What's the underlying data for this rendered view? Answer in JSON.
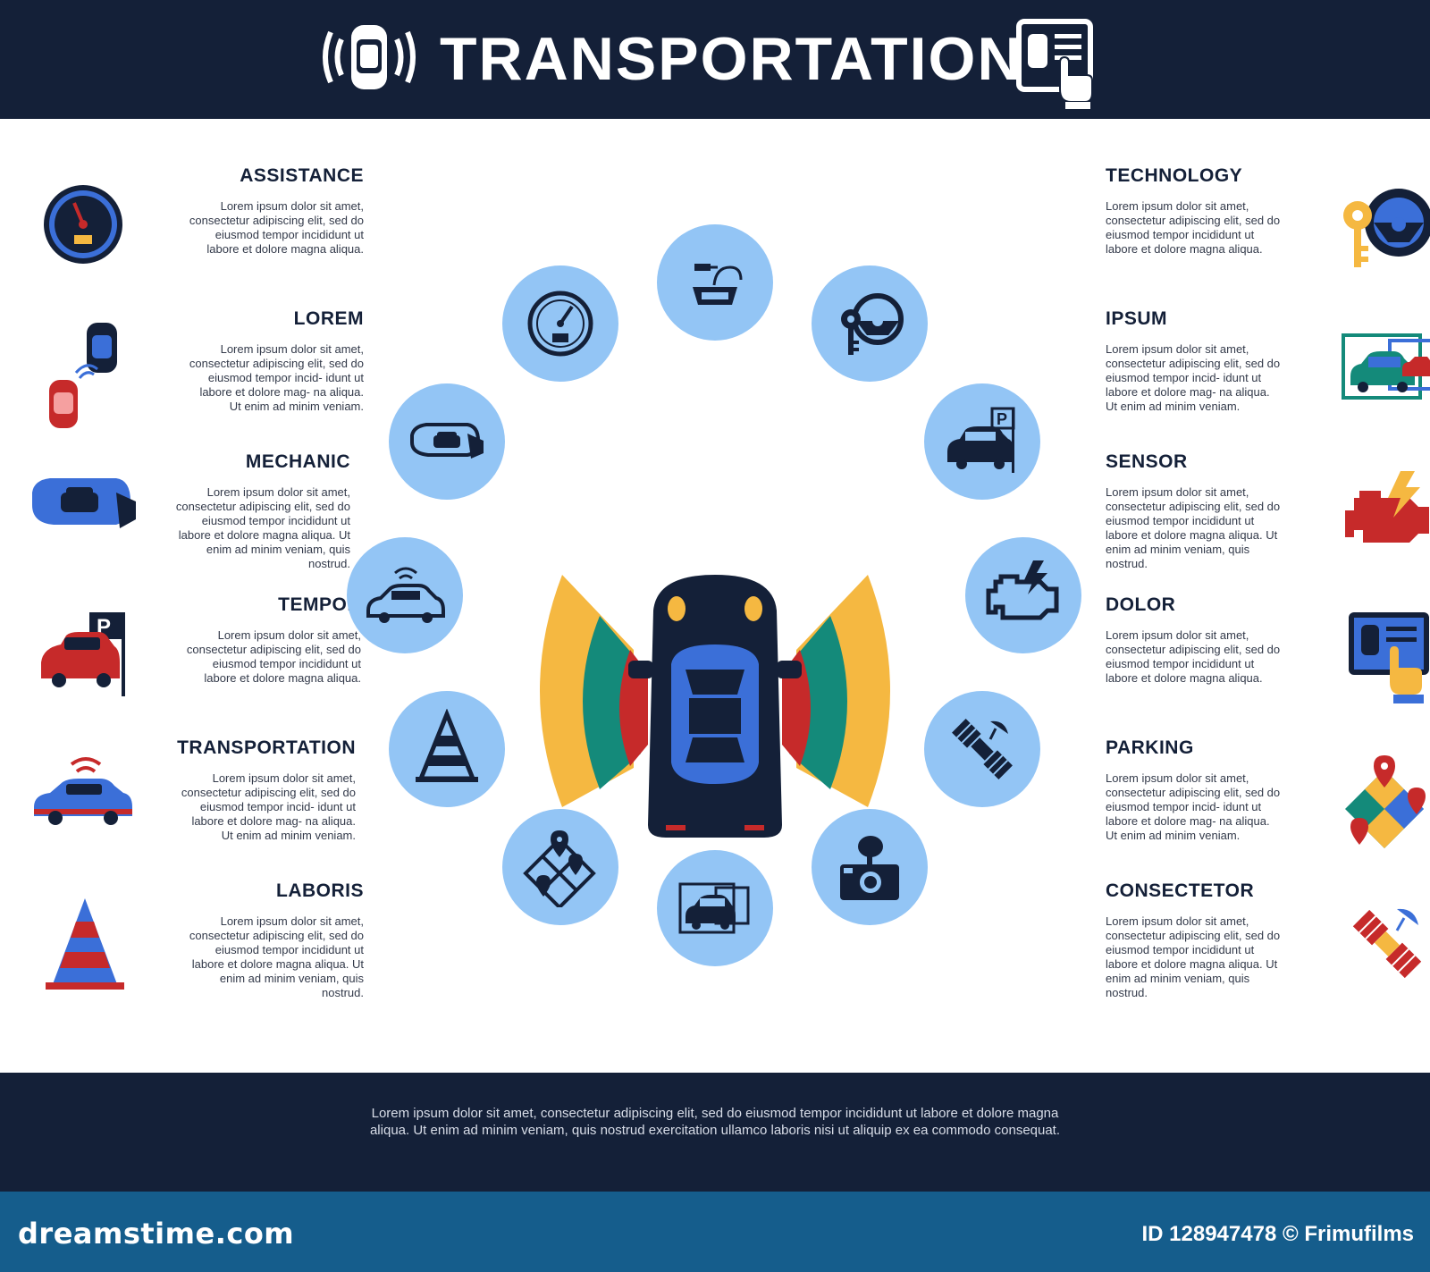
{
  "header": {
    "title": "TRANSPORTATION"
  },
  "left_items": [
    {
      "heading": "ASSISTANCE",
      "icon": "speedometer-icon",
      "text": "Lorem ipsum dolor sit amet, consectetur adipiscing elit, sed do eiusmod tempor incididunt ut labore et dolore magna aliqua."
    },
    {
      "heading": "LOREM",
      "icon": "car-sensor-icon",
      "text": "Lorem ipsum dolor sit amet, consectetur adipiscing elit, sed do eiusmod tempor incid- idunt ut labore et dolore mag- na aliqua. Ut enim ad minim veniam."
    },
    {
      "heading": "MECHANIC",
      "icon": "side-mirror-icon",
      "text": "Lorem ipsum dolor sit amet, consectetur adipiscing elit, sed do eiusmod tempor incididunt ut labore et dolore magna aliqua. Ut enim ad minim veniam, quis nostrud."
    },
    {
      "heading": "TEMPOR",
      "icon": "parking-car-icon",
      "text": "Lorem ipsum dolor sit amet, consectetur adipiscing elit, sed do eiusmod tempor incididunt ut labore et dolore magna aliqua."
    },
    {
      "heading": "TRANSPORTATION",
      "icon": "connected-car-icon",
      "text": "Lorem ipsum dolor sit amet, consectetur adipiscing elit, sed do eiusmod tempor incid- idunt ut labore et dolore mag- na aliqua. Ut enim ad minim veniam."
    },
    {
      "heading": "LABORIS",
      "icon": "traffic-cone-icon",
      "text": "Lorem ipsum dolor sit amet, consectetur adipiscing elit, sed do eiusmod tempor incididunt ut labore et dolore magna aliqua. Ut enim ad minim veniam, quis nostrud."
    }
  ],
  "right_items": [
    {
      "heading": "TECHNOLOGY",
      "icon": "steering-key-icon",
      "text": "Lorem ipsum dolor sit amet, consectetur adipiscing elit, sed do eiusmod tempor incididunt ut labore et dolore magna aliqua."
    },
    {
      "heading": "IPSUM",
      "icon": "camera-view-icon",
      "text": "Lorem ipsum dolor sit amet, consectetur adipiscing elit, sed do eiusmod tempor incid- idunt ut labore et dolore mag- na aliqua. Ut enim ad minim veniam."
    },
    {
      "heading": "SENSOR",
      "icon": "engine-warning-icon",
      "text": "Lorem ipsum dolor sit amet, consectetur adipiscing elit, sed do eiusmod tempor incididunt ut labore et dolore magna aliqua. Ut enim ad minim veniam, quis nostrud."
    },
    {
      "heading": "DOLOR",
      "icon": "tablet-touch-icon",
      "text": "Lorem ipsum dolor sit amet, consectetur adipiscing elit, sed do eiusmod tempor incididunt ut labore et dolore magna aliqua."
    },
    {
      "heading": "PARKING",
      "icon": "map-pins-icon",
      "text": "Lorem ipsum dolor sit amet, consectetur adipiscing elit, sed do eiusmod tempor incid- idunt ut labore et dolore mag- na aliqua. Ut enim ad minim veniam."
    },
    {
      "heading": "CONSECTETOR",
      "icon": "satellite-icon",
      "text": "Lorem ipsum dolor sit amet, consectetur adipiscing elit, sed do eiusmod tempor incididunt ut labore et dolore magna aliqua. Ut enim ad minim veniam, quis nostrud."
    }
  ],
  "ring_icons": [
    "dashcam-mount-icon",
    "steering-key-icon",
    "parking-icon",
    "engine-warning-icon",
    "satellite-icon",
    "camera-icon",
    "camera-view-icon",
    "map-icon",
    "traffic-cone-icon",
    "connected-car-icon",
    "side-mirror-icon",
    "speedometer-icon"
  ],
  "footer": {
    "text": "Lorem ipsum dolor sit amet, consectetur adipiscing elit, sed do eiusmod tempor incididunt ut labore et dolore magna aliqua. Ut enim ad minim veniam, quis nostrud exercitation ullamco laboris nisi ut aliquip ex ea commodo consequat."
  },
  "credit": {
    "brand": "dreamstime.com",
    "id": "ID 128947478 © Frimufilms"
  },
  "colors": {
    "navy": "#142038",
    "light_blue": "#93c5f5",
    "blue": "#3b6fd8",
    "red": "#c62a2a",
    "teal": "#148a7a",
    "yellow": "#f5b841",
    "credit_blue": "#155d8c"
  }
}
